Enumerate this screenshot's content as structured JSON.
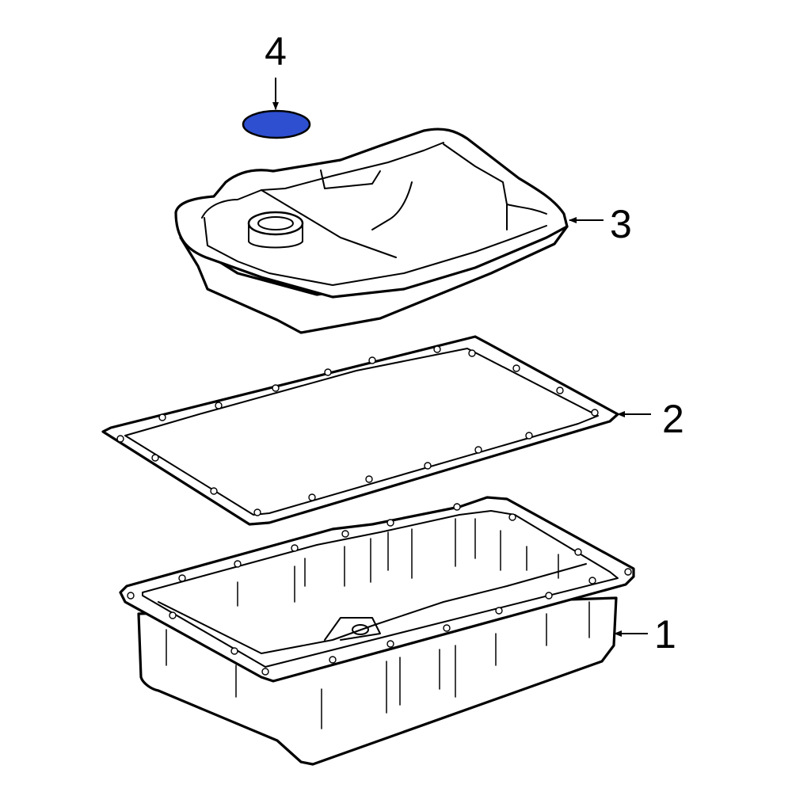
{
  "callouts": {
    "part1": "1",
    "part2": "2",
    "part3": "3",
    "part4": "4"
  },
  "colors": {
    "highlight": "#2D4FD0",
    "stroke": "#000000",
    "background": "#FFFFFF"
  }
}
